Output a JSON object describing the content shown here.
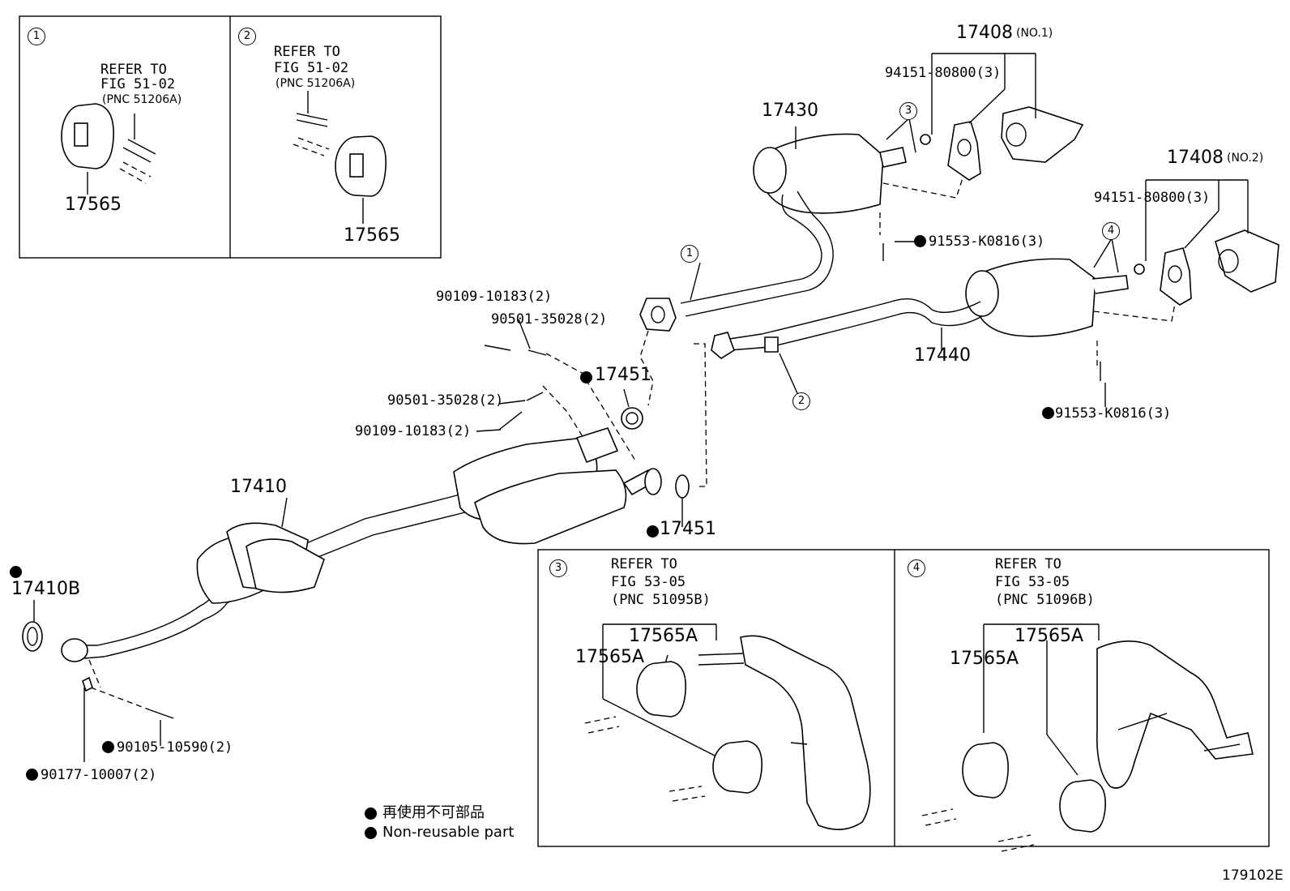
{
  "inset_1": {
    "num": "1",
    "refer": "REFER TO",
    "fig": "FIG 51-02",
    "pnc": "(PNC 51206A)",
    "part": "17565"
  },
  "inset_2": {
    "num": "2",
    "refer": "REFER TO",
    "fig": "FIG 51-02",
    "pnc": "(PNC 51206A)",
    "part": "17565"
  },
  "inset_3": {
    "num": "3",
    "refer": "REFER TO",
    "fig": "FIG 53-05",
    "pnc": "(PNC 51095B)",
    "part_a": "17565A",
    "part_b": "17565A"
  },
  "inset_4": {
    "num": "4",
    "refer": "REFER TO",
    "fig": "FIG 53-05",
    "pnc": "(PNC 51096B)",
    "part_a": "17565A",
    "part_b": "17565A"
  },
  "parts": {
    "p17408_no1": "17408",
    "p17408_no1_suffix": "(NO.1)",
    "p17408_no2": "17408",
    "p17408_no2_suffix": "(NO.2)",
    "p94151_a": "94151-80800(3)",
    "p94151_b": "94151-80800(3)",
    "p17430": "17430",
    "p17440": "17440",
    "p17410": "17410",
    "p17410B": "17410B",
    "p91553_a": "91553-K0816(3)",
    "p91553_b": "91553-K0816(3)",
    "p90109_a": "90109-10183(2)",
    "p90501_a": "90501-35028(2)",
    "p90501_b": "90501-35028(2)",
    "p90109_b": "90109-10183(2)",
    "p17451_a": "17451",
    "p17451_b": "17451",
    "p90105": "90105-10590(2)",
    "p90177": "90177-10007(2)",
    "callout_1": "1",
    "callout_2": "2",
    "callout_3": "3",
    "callout_4": "4"
  },
  "legend": {
    "line_jp": "再使用不可部品",
    "line_en": "Non-reusable part"
  },
  "figure_code": "179102E"
}
